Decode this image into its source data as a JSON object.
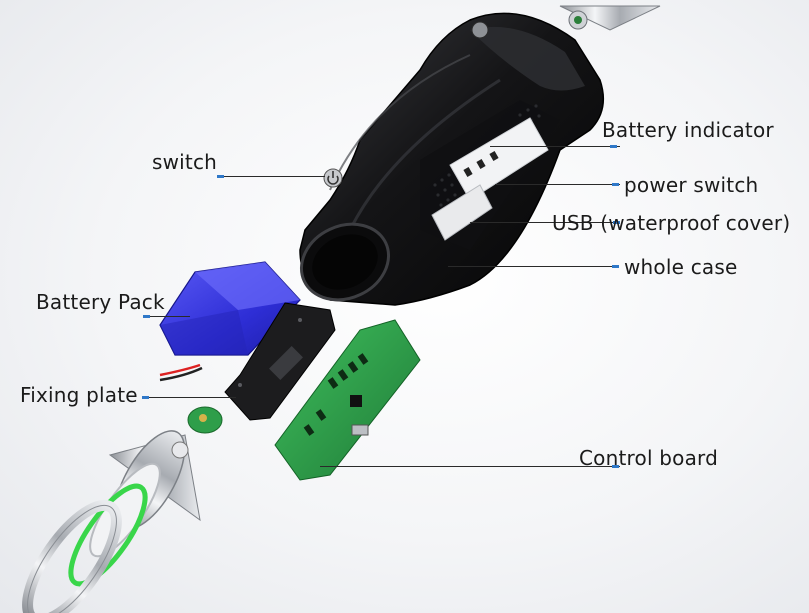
{
  "labels": {
    "battery_indicator": "Battery indicator",
    "switch": "switch",
    "power_switch": "power switch",
    "usb": "USB (waterproof cover)",
    "whole_case": "whole case",
    "battery_pack": "Battery Pack",
    "fixing_plate": "Fixing plate",
    "control_board": "Control board"
  },
  "colors": {
    "case_body": "#1a1a1c",
    "battery_blue": "#3a3ae0",
    "pcb_green": "#2e9e4a",
    "gasket_green": "#39d64a",
    "steel": "#c9ccd0",
    "leader_dot": "#2f78c8"
  },
  "icons": [
    "power-icon"
  ]
}
